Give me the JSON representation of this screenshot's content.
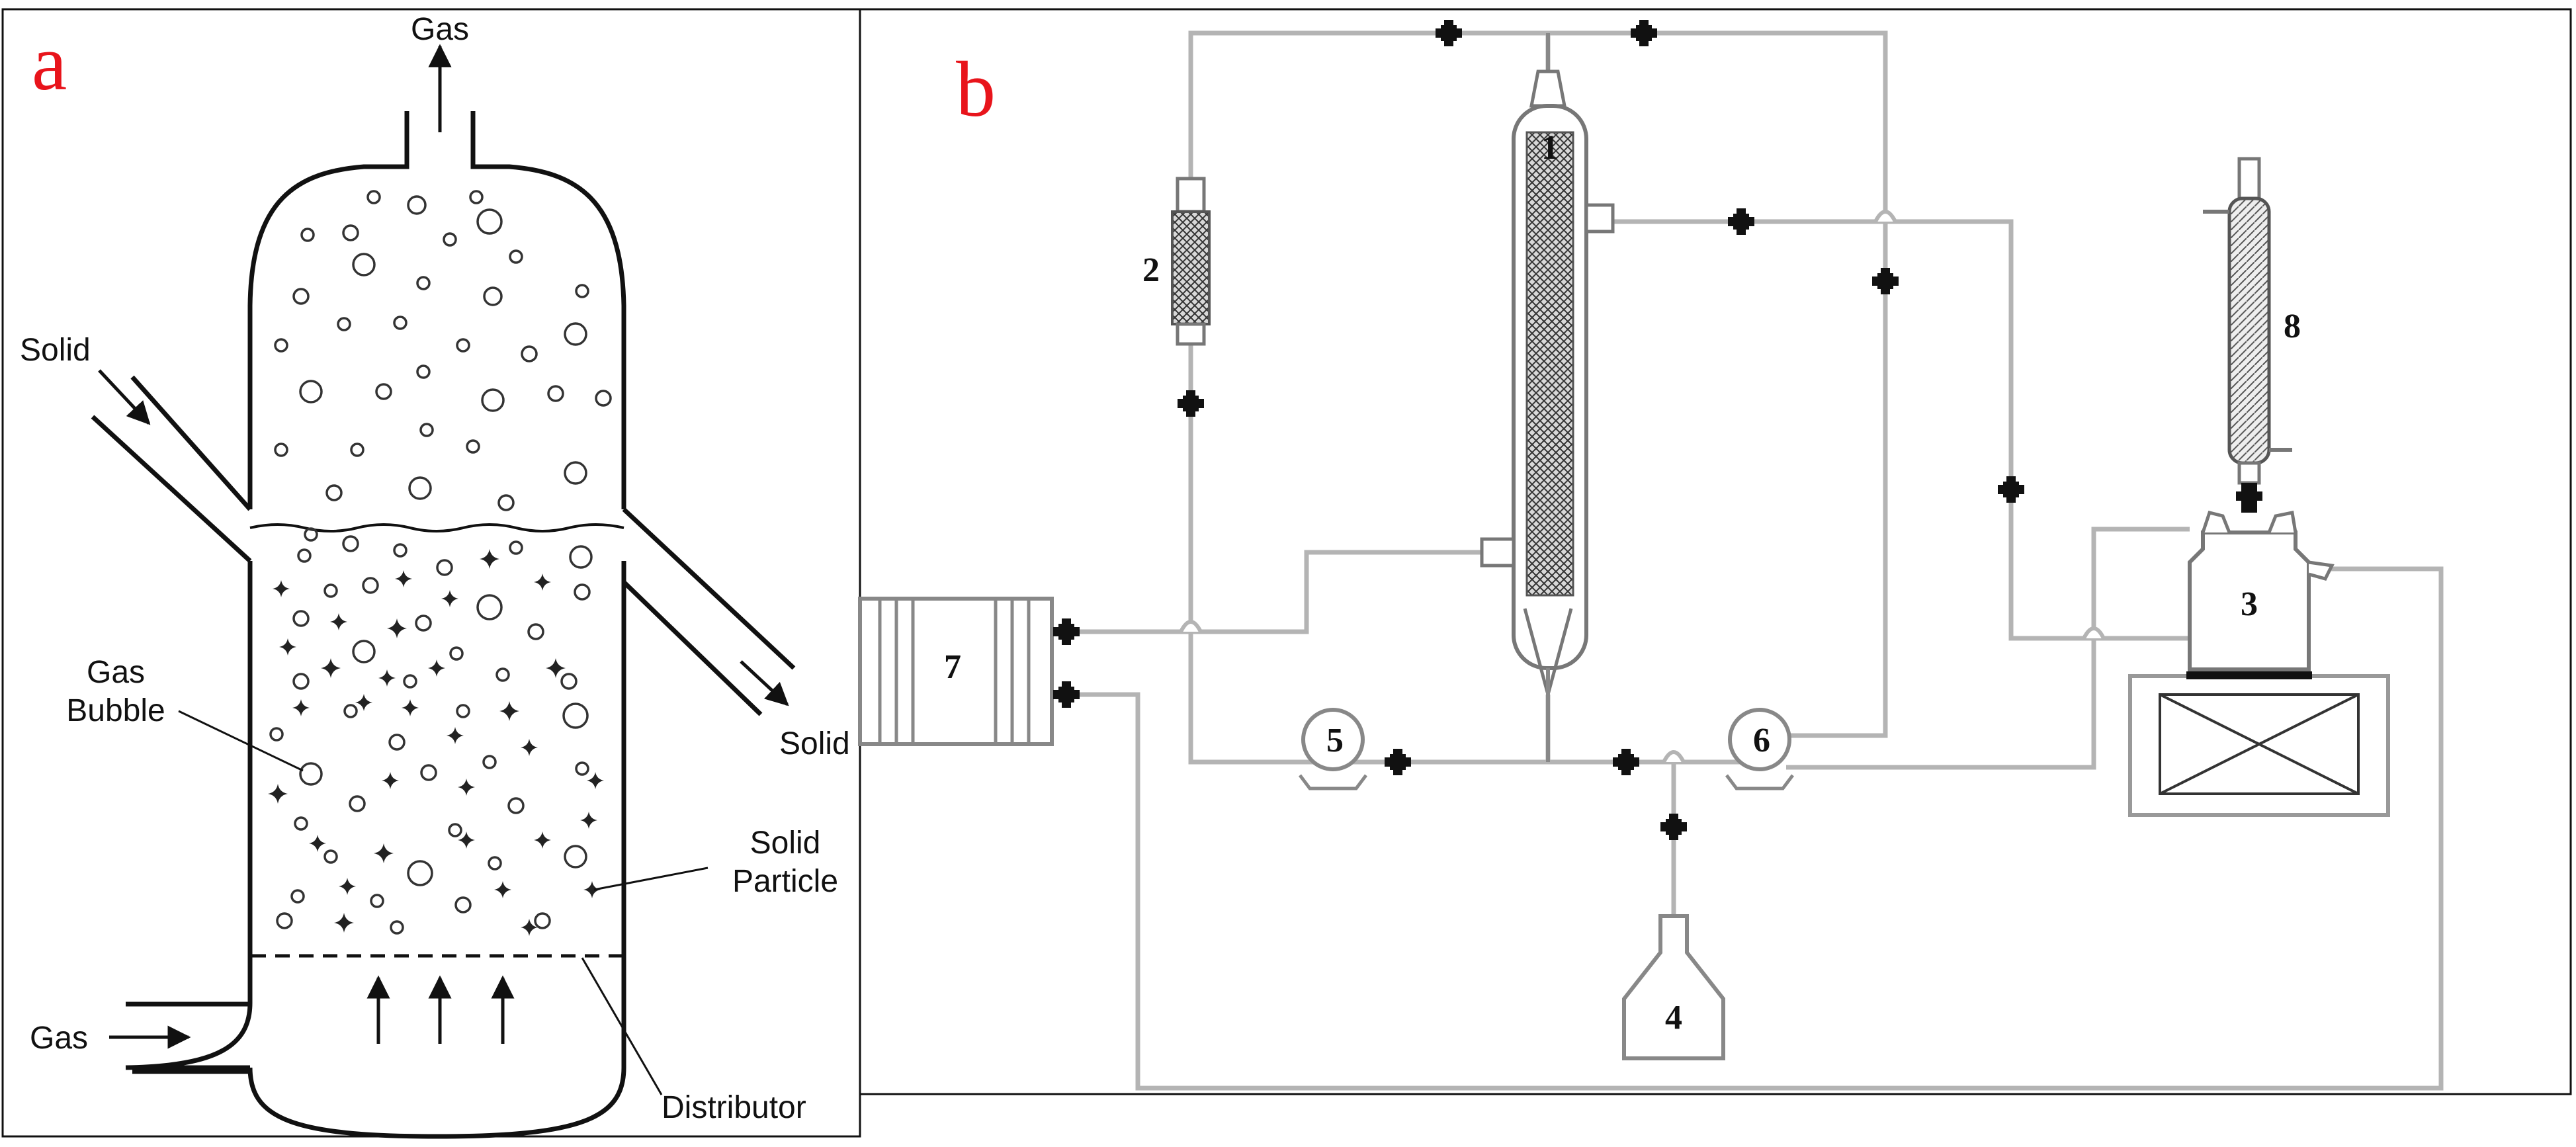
{
  "panel_a": {
    "panel_label": "a",
    "labels": {
      "gas_top": "Gas",
      "solid_in": "Solid",
      "solid_out": "Solid",
      "gas_bubble_line1": "Gas",
      "gas_bubble_line2": "Bubble",
      "solid_particle_line1": "Solid",
      "solid_particle_line2": "Particle",
      "gas_in": "Gas",
      "distributor": "Distributor"
    }
  },
  "panel_b": {
    "panel_label": "b",
    "numbers": {
      "n1": "1",
      "n2": "2",
      "n3": "3",
      "n4": "4",
      "n5": "5",
      "n6": "6",
      "n7": "7",
      "n8": "8"
    }
  },
  "colors": {
    "panel_label": "#e8141b",
    "ink": "#111111",
    "pipe": "#b4b4b4"
  }
}
